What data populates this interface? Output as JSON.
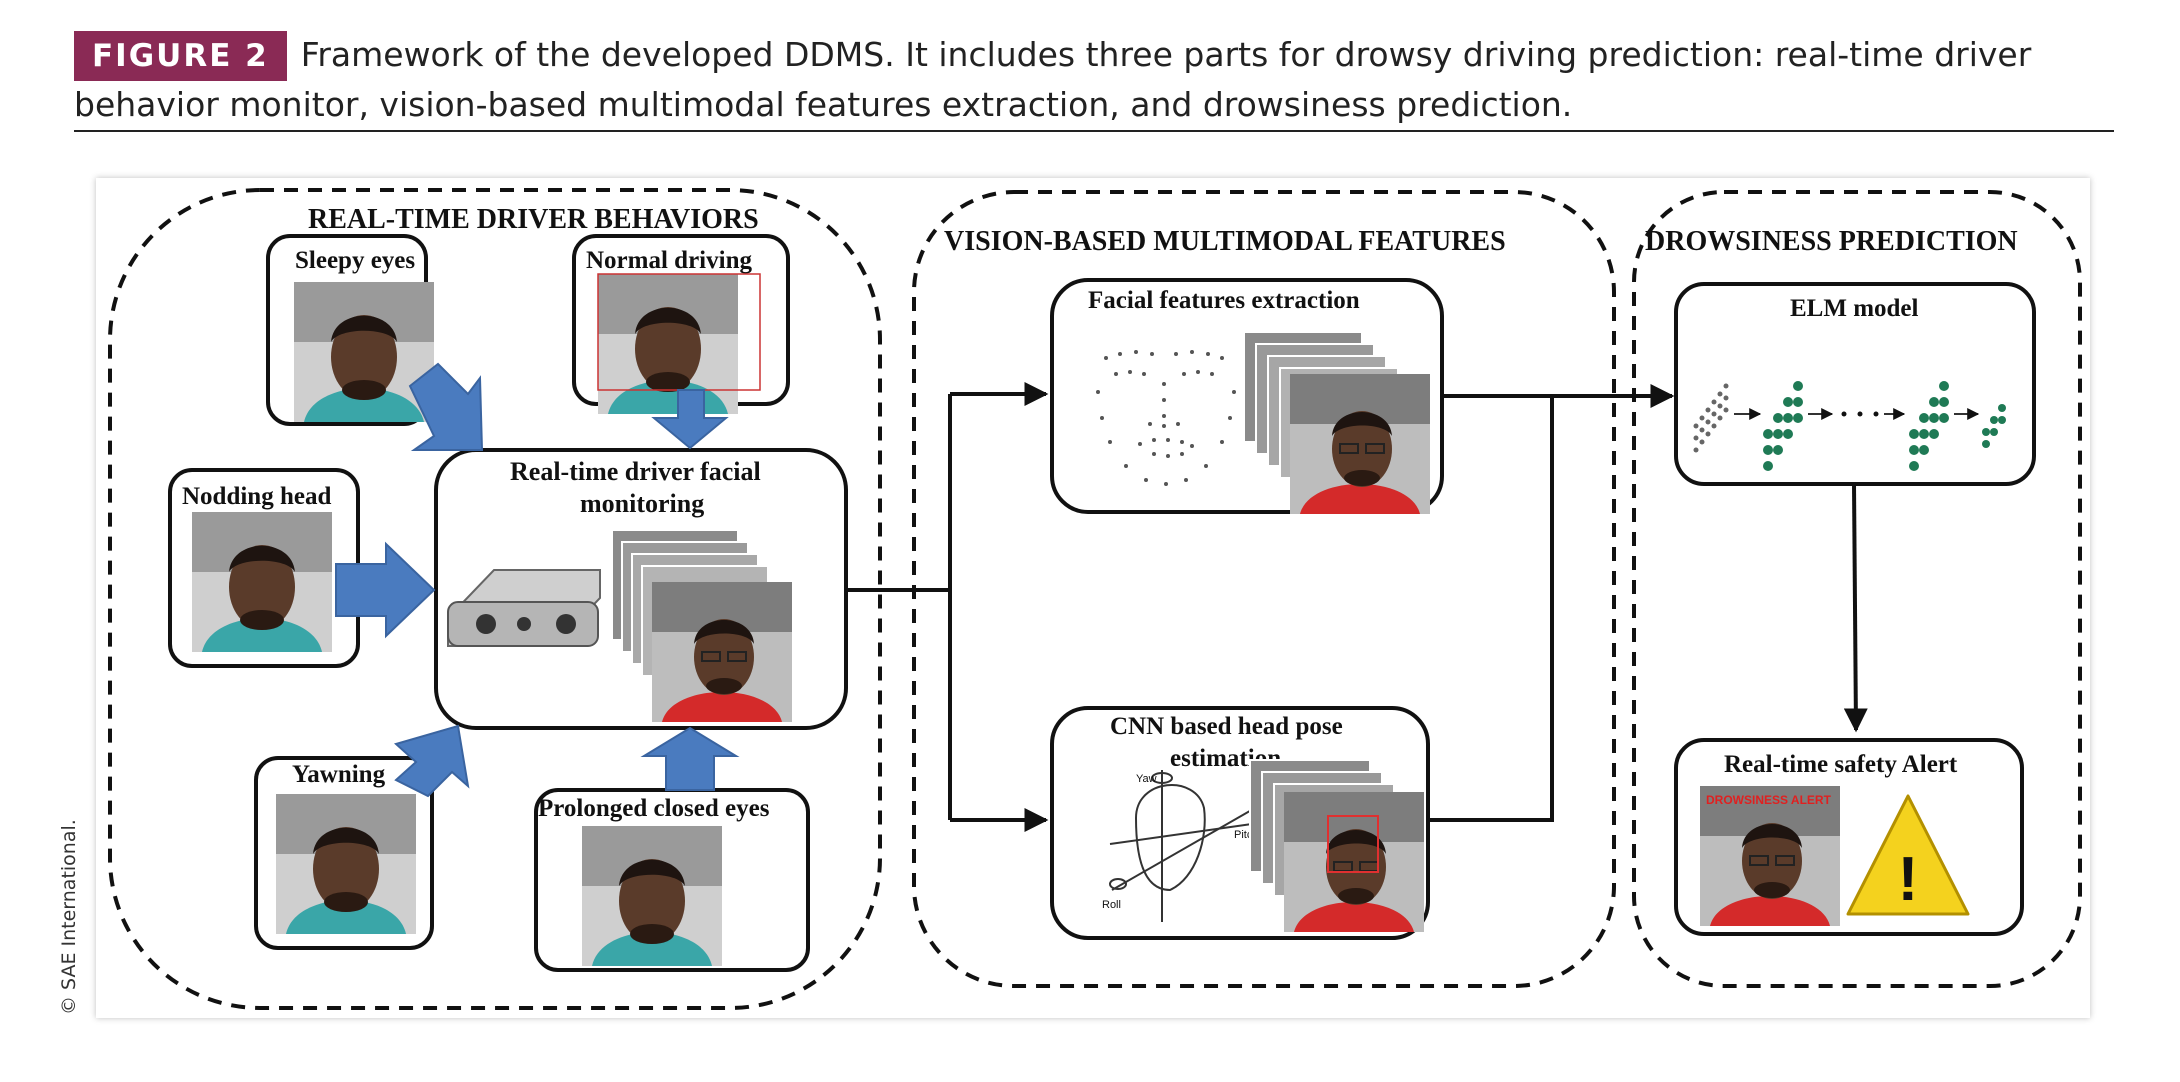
{
  "caption": {
    "badge": "FIGURE 2",
    "text": "Framework of the developed DDMS. It includes three parts for drowsy driving prediction: real-time driver behavior monitor, vision-based multimodal features extraction, and drowsiness prediction."
  },
  "credit": "© SAE International.",
  "panels": {
    "behaviors": {
      "title": "REAL-TIME DRIVER BEHAVIORS",
      "sleepy_eyes": "Sleepy eyes",
      "normal_driving": "Normal driving",
      "nodding_head": "Nodding head",
      "yawning": "Yawning",
      "prolonged_closed_eyes": "Prolonged closed  eyes",
      "monitoring_line1": "Real-time driver facial",
      "monitoring_line2": "monitoring"
    },
    "features": {
      "title": "VISION-BASED MULTIMODAL FEATURES",
      "facial_extraction": "Facial features  extraction",
      "head_pose_line1": "CNN based head pose",
      "head_pose_line2": "estimation",
      "yaw": "Yaw",
      "pitch": "Pitch",
      "roll": "Roll"
    },
    "prediction": {
      "title": "DROWSINESS PREDICTION",
      "elm_model": "ELM model",
      "alert_title": "Real-time safety Alert",
      "alert_banner": "DROWSINESS ALERT",
      "warning_symbol": "!"
    }
  },
  "colors": {
    "arrow_blue": "#4a7bbf",
    "shirt_teal": "#3aa6a8",
    "shirt_red": "#d42a2a",
    "neuron_green": "#1f7a55",
    "warning_yellow": "#f4d21e",
    "badge_maroon": "#8a2a55"
  }
}
